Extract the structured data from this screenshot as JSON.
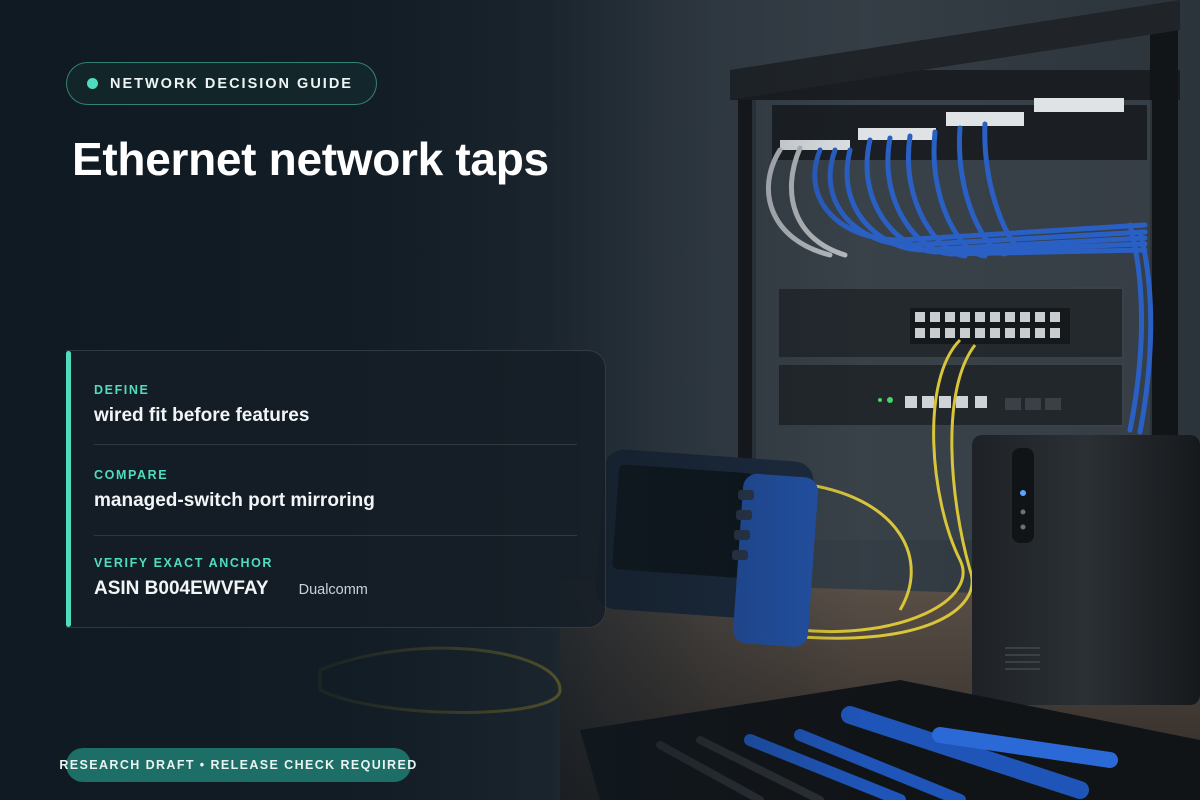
{
  "header": {
    "eyebrow_label": "NETWORK DECISION GUIDE",
    "title": "Ethernet network taps"
  },
  "card": {
    "rows": [
      {
        "label": "DEFINE",
        "value": "wired fit before features"
      },
      {
        "label": "COMPARE",
        "value": "managed-switch port mirroring"
      },
      {
        "label": "VERIFY EXACT ANCHOR",
        "value": "ASIN B004EWVFAY",
        "brand": "Dualcomm"
      }
    ]
  },
  "footer": {
    "status_label": "RESEARCH DRAFT • RELEASE CHECK REQUIRED"
  },
  "colors": {
    "accent": "#4fdcbf",
    "background": "#141c24",
    "status_pill": "#1c6e66"
  },
  "icons": {
    "eyebrow_dot": "status-dot-icon"
  }
}
